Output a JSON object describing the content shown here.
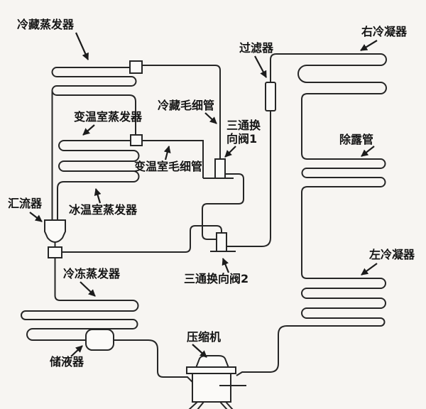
{
  "diagram": {
    "labels": {
      "cold_storage_evaporator": "冷藏蒸发器",
      "right_condenser": "右冷凝器",
      "filter": "过滤器",
      "cold_storage_capillary": "冷藏毛细管",
      "valve1_line1": "三通换",
      "valve1_line2": "向阀1",
      "variable_temp_evaporator": "变温室蒸发器",
      "variable_temp_capillary": "变温室毛细管",
      "confluence": "汇流器",
      "ice_temp_evaporator": "冰温室蒸发器",
      "valve2": "三通换向阀2",
      "dew_pipe": "除露管",
      "left_condenser": "左冷凝器",
      "freezer_evaporator": "冷冻蒸发器",
      "liquid_receiver": "储液器",
      "compressor": "压缩机"
    },
    "colors": {
      "line": "#262626",
      "text": "#151515",
      "background": "#f7f5f2",
      "component_fill": "#fbfaf8"
    }
  }
}
